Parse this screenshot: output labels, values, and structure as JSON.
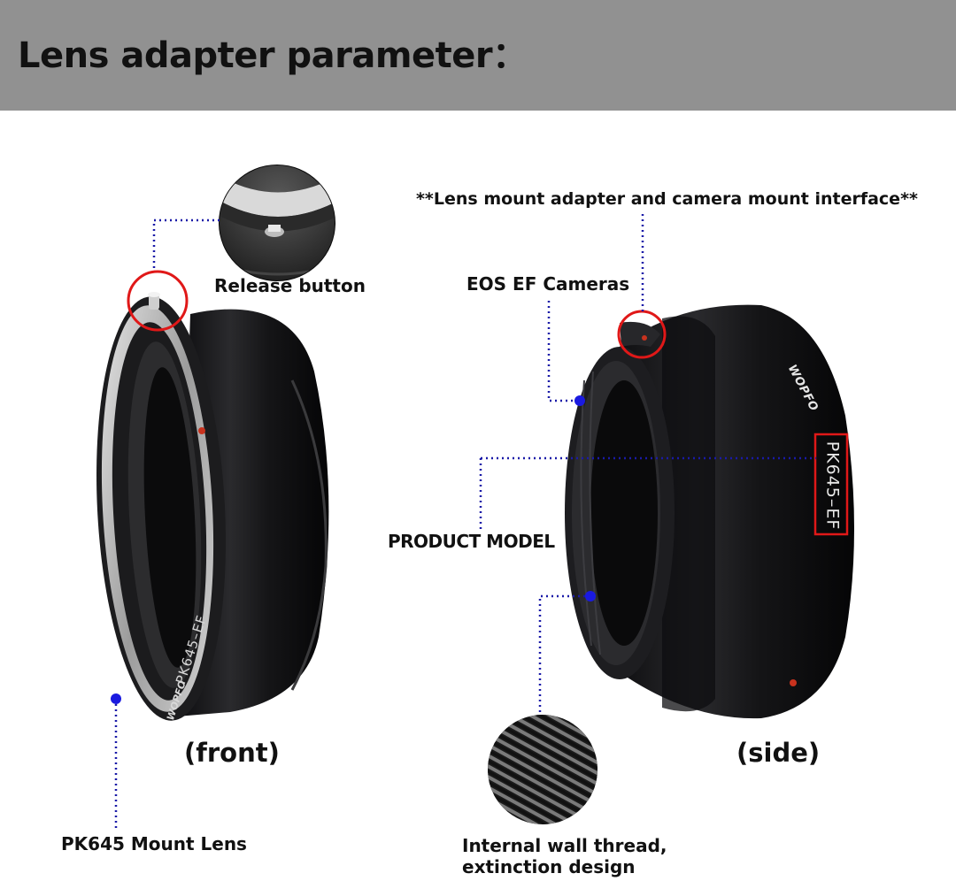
{
  "header": {
    "title": "Lens adapter parameter："
  },
  "labels": {
    "release_button": "Release button",
    "interface": "**Lens mount adapter and camera mount interface**",
    "eos_cameras": "EOS EF Cameras",
    "product_model": "PRODUCT MODEL",
    "front": "(front)",
    "side": "(side)",
    "mount_lens": "PK645 Mount Lens",
    "thread_line1": "Internal wall thread,",
    "thread_line2": "extinction design"
  },
  "product": {
    "model": "PK645–EF",
    "front_model": "PK645–EF",
    "brand": "WOPFO"
  },
  "colors": {
    "header_bg": "#919191",
    "annotation_line": "#1a1aa8",
    "annotation_dot": "#1a1ae0",
    "highlight": "#e01818",
    "adapter_body": "#1b1b1d"
  },
  "icons": [
    "release-button-zoom",
    "thread-zoom",
    "index-dot"
  ]
}
